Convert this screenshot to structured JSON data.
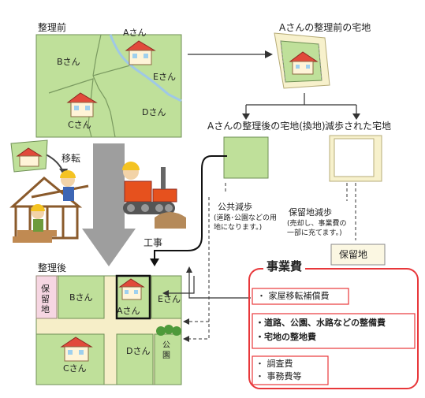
{
  "labels": {
    "before": "整理前",
    "after": "整理後",
    "a_before_title": "Aさんの整理前の宅地",
    "a_after_title": "Aさんの整理後の宅地(換地)",
    "reduced_title": "減歩された宅地",
    "relocation": "移転",
    "construction": "工事",
    "public_reduction": "公共減歩",
    "public_reduction_note": "(道路･公園などの用地になります。)",
    "reserve_reduction": "保留地減歩",
    "reserve_reduction_note": "(売却し、事業費の一部に充てます。)",
    "reserve_land": "保留地",
    "park": "公園",
    "reserve_land_vertical": "保留地"
  },
  "owners": {
    "a": "Aさん",
    "b": "Bさん",
    "c": "Cさん",
    "d": "Dさん",
    "e": "Eさん"
  },
  "costs": {
    "title": "事業費",
    "item1": "・ 家屋移転補償費",
    "item2": "・道路、公園、水路などの整備費",
    "item3": "・宅地の整地費",
    "item4": "・ 調査費",
    "item5": "・ 事務費等"
  },
  "colors": {
    "land_green": "#bfe09a",
    "road": "#f6eec8",
    "cost_border": "#e8373a"
  }
}
